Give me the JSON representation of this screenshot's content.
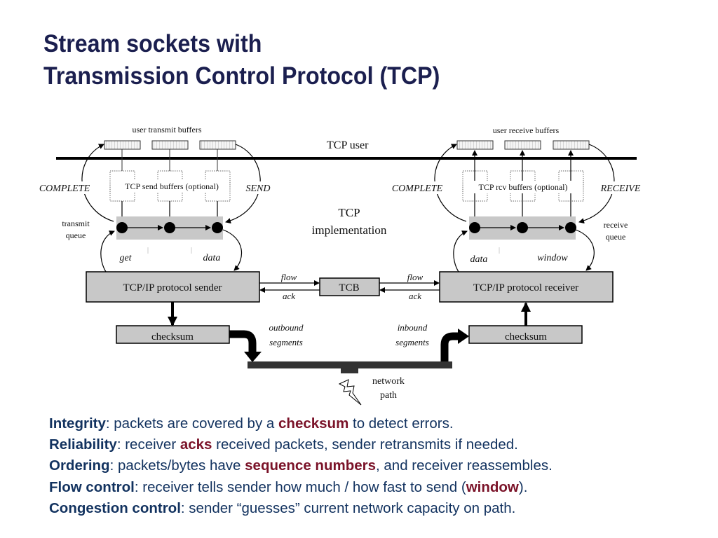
{
  "title": {
    "line1": "Stream sockets with",
    "line2": "Transmission Control Protocol (TCP)"
  },
  "colors": {
    "title": "#1b1f4f",
    "text": "#12325f",
    "highlight": "#7a1228",
    "box_fill": "#c8c8c8",
    "network_bar": "#333333"
  },
  "diagram": {
    "tcp_user_label": "TCP user",
    "tcp_impl_label_line1": "TCP",
    "tcp_impl_label_line2": "implementation",
    "sender": {
      "user_buffers_label": "user transmit buffers",
      "tcp_buffers_label": "TCP send buffers (optional)",
      "complete_label": "COMPLETE",
      "action_label": "SEND",
      "queue_label_line1": "transmit",
      "queue_label_line2": "queue",
      "get_label": "get",
      "data_label": "data",
      "protocol_box": "TCP/IP protocol sender",
      "checksum_box": "checksum",
      "segments_line1": "outbound",
      "segments_line2": "segments"
    },
    "receiver": {
      "user_buffers_label": "user receive buffers",
      "tcp_buffers_label": "TCP rcv buffers (optional)",
      "complete_label": "COMPLETE",
      "action_label": "RECEIVE",
      "queue_label_line1": "receive",
      "queue_label_line2": "queue",
      "data_label": "data",
      "window_label": "window",
      "protocol_box": "TCP/IP protocol receiver",
      "checksum_box": "checksum",
      "segments_line1": "inbound",
      "segments_line2": "segments"
    },
    "tcb": {
      "label": "TCB",
      "left_flow": "flow",
      "left_ack": "ack",
      "right_flow": "flow",
      "right_ack": "ack"
    },
    "network": {
      "label_line1": "network",
      "label_line2": "path",
      "icon": "lightning-icon"
    }
  },
  "bullets": [
    {
      "term": "Integrity",
      "pre": ": packets are covered by a ",
      "hl": "checksum",
      "post": " to detect errors."
    },
    {
      "term": "Reliability",
      "pre": ": receiver ",
      "hl": "acks",
      "post": " received packets, sender retransmits if needed."
    },
    {
      "term": "Ordering",
      "pre": ": packets/bytes have ",
      "hl": "sequence numbers",
      "post": ", and receiver reassembles."
    },
    {
      "term": "Flow control",
      "pre": ": receiver tells sender how much / how fast to send (",
      "hl": "window",
      "post": ")."
    },
    {
      "term": "Congestion control",
      "pre": ": sender “guesses” current network capacity on path.",
      "hl": "",
      "post": ""
    }
  ]
}
